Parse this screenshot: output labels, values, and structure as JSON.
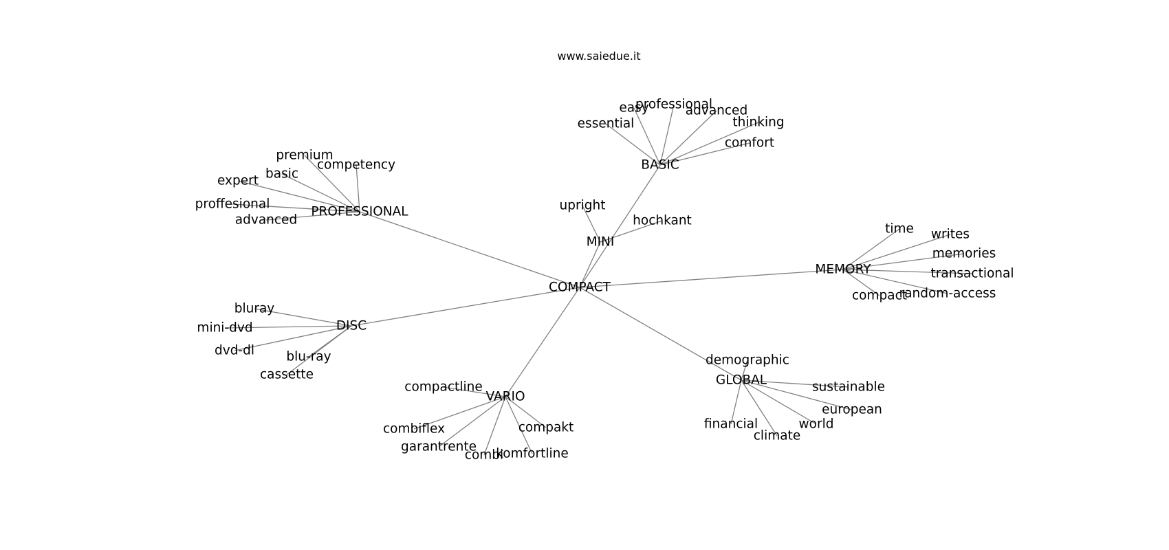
{
  "header": {
    "site": "www.saiedue.it"
  },
  "style": {
    "edge_color": "#808080",
    "text_color": "#000000",
    "background": "#ffffff"
  },
  "graph": {
    "center": "COMPACT",
    "hubs": [
      {
        "id": "basic_hub",
        "label": "BASIC",
        "leaves": [
          "easy",
          "professional",
          "advanced",
          "essential",
          "thinking",
          "comfort"
        ]
      },
      {
        "id": "mini_hub",
        "label": "MINI",
        "leaves": [
          "upright",
          "hochkant"
        ]
      },
      {
        "id": "professional_hub",
        "label": "PROFESSIONAL",
        "leaves": [
          "premium",
          "competency",
          "basic",
          "expert",
          "proffesional",
          "advanced"
        ]
      },
      {
        "id": "memory_hub",
        "label": "MEMORY",
        "leaves": [
          "time",
          "writes",
          "memories",
          "transactional",
          "random-access",
          "compact"
        ]
      },
      {
        "id": "disc_hub",
        "label": "DISC",
        "leaves": [
          "bluray",
          "mini-dvd",
          "dvd-dl",
          "blu-ray",
          "cassette"
        ]
      },
      {
        "id": "global_hub",
        "label": "GLOBAL",
        "leaves": [
          "demographic",
          "sustainable",
          "european",
          "world",
          "financial",
          "climate"
        ]
      },
      {
        "id": "vario_hub",
        "label": "VARIO",
        "leaves": [
          "compactline",
          "combiflex",
          "garantrente",
          "combi",
          "komfortline",
          "compakt"
        ]
      }
    ]
  }
}
